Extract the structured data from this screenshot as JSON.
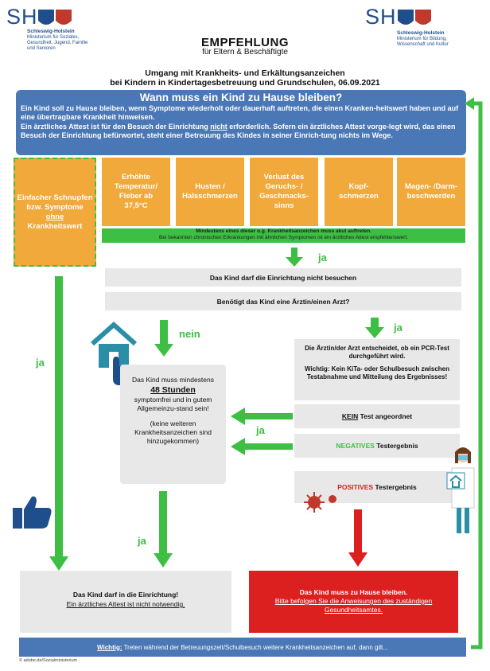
{
  "logo_left": {
    "sh": "SH",
    "name": "Schleswig-Holstein",
    "line1": "Ministerium für Soziales,",
    "line2": "Gesundheit, Jugend, Familie",
    "line3": "und Senioren"
  },
  "logo_right": {
    "sh": "SH",
    "name": "Schleswig-Holstein",
    "line1": "Ministerium für Bildung,",
    "line2": "Wissenschaft und Kultur"
  },
  "header": {
    "title": "EMPFEHLUNG",
    "subtitle": "für Eltern & Beschäftigte",
    "topic1": "Umgang mit Krankheits- und Erkältungsanzeichen",
    "topic2": "bei Kindern in Kindertagesbetreuung und Grundschulen, 06.09.2021"
  },
  "intro": {
    "question": "Wann muss ein Kind zu Hause bleiben?",
    "p1": "Ein Kind soll zu Hause bleiben, wenn Symptome wiederholt oder dauerhaft auftreten, die einen Kranken-heitswert haben und auf eine übertragbare Krankheit hinweisen.",
    "p2a": "Ein ärztliches Attest ist für den Besuch der Einrichtung ",
    "p2b": "nicht",
    "p2c": " erforderlich. Sofern ein ärztliches Attest vorge-legt wird, das einen Besuch der Einrichtung befürwortet, steht einer Betreuung des Kindes in seiner Einrich-tung nichts im Wege."
  },
  "symptoms": {
    "cold_a": "Einfacher Schnupfen bzw. Symptome",
    "cold_b": "ohne",
    "cold_c": "Krankheitswert",
    "items": [
      "Erhöhte Temperatur/ Fieber ab 37,5°C",
      "Husten / Halsschmerzen",
      "Verlust des Geruchs- / Geschmacks-sinns",
      "Kopf-schmerzen",
      "Magen- /Darm-beschwerden"
    ],
    "note1": "Mindestens eines dieser o.g. Krankheitsanzeichen muss akut auftreten.",
    "note2": "Bei bekannten chronischen Erkrankungen mit ähnlichen Symptomen ist ein ärztliches Attest empfehlenswert."
  },
  "flow": {
    "ja": "ja",
    "nein": "nein",
    "no_visit": "Das Kind darf die Einrichtung nicht besuchen",
    "need_doctor": "Benötigt das Kind eine Ärztin/einen Arzt?",
    "doctor_decides": "Die Ärztin/der Arzt entscheidet, ob ein PCR-Test durchgeführt wird.",
    "doctor_note": "Wichtig: Kein KiTa- oder Schulbesuch zwischen Testabnahme und Mitteilung des Ergebnisses!",
    "wait_a": "Das Kind muss mindestens",
    "wait_b": "48 Stunden",
    "wait_c": "symptomfrei und in gutem Allgemeinzu-stand sein!",
    "wait_d": "(keine weiteren Krankheitsanzeichen sind hinzugekommen)",
    "no_test_a": "KEIN",
    "no_test_b": " Test angeordnet",
    "neg_a": "NEGATIVES",
    "neg_b": " Testergebnis",
    "pos_a": "POSITIVES",
    "pos_b": " Testergebnis",
    "may_attend": "Das Kind darf in die Einrichtung!",
    "no_attest": "Ein ärztliches Attest ist nicht notwendig.",
    "stay_home": "Das Kind muss zu Hause bleiben.",
    "follow": "Bitte befolgen Sie die Anweisungen des zuständigen Gesundheitsamtes."
  },
  "footer": {
    "important": "Wichtig:",
    "text": " Treten während der Betreuungszeit/Schulbesuch weitere Krankheitsanzeichen auf, dann gilt..."
  },
  "credit": "© adobe.de/Sozialministerium",
  "colors": {
    "blue": "#4a77b5",
    "orange": "#f0a93a",
    "green": "#3cbf43",
    "red": "#dc1f1f",
    "grey": "#e8e8e8"
  }
}
